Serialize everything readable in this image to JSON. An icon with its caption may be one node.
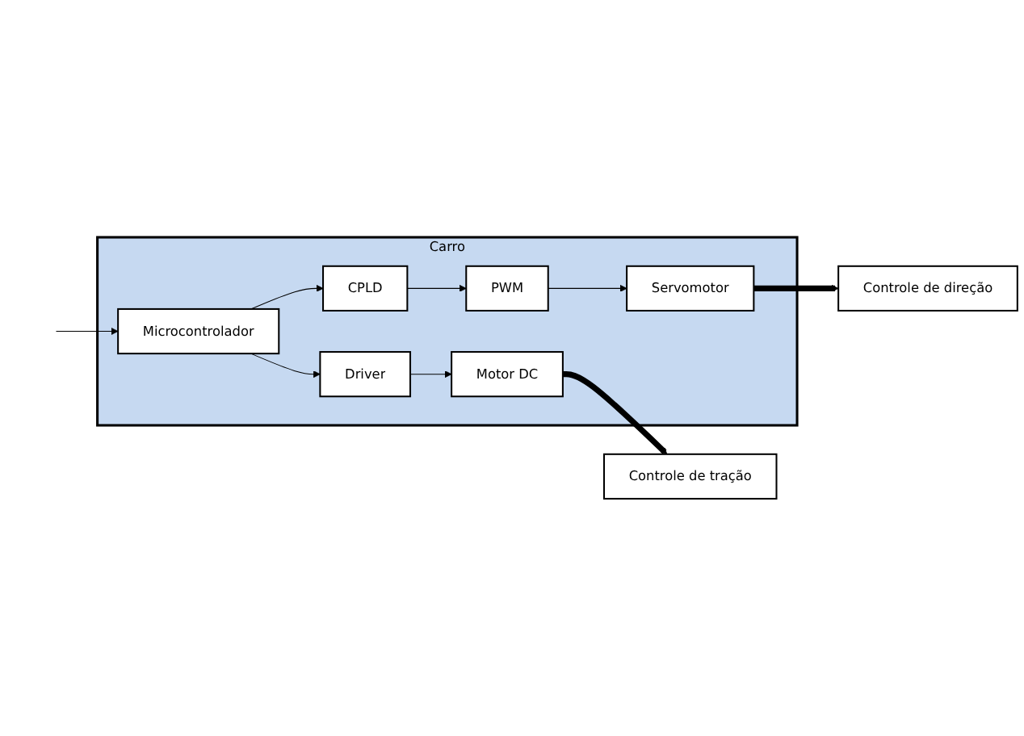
{
  "diagram": {
    "nodes": [
      {
        "text": [
          "Carro"
        ]
      },
      {
        "text": [
          "Driver"
        ],
        "in": 0
      },
      {
        "text": [
          "Motor DC"
        ],
        "in": 0
      },
      {
        "text": [
          "PWM"
        ],
        "in": 0
      },
      {
        "text": [
          "Servomotor"
        ],
        "in": 0
      },
      {
        "text": [
          "CPLD"
        ],
        "in": 0
      },
      {
        "text": [
          "Microcontrolador"
        ],
        "in": 0
      },
      {
        "text": [
          "Controle de tração"
        ]
      },
      {
        "text": [
          "Controle de direção"
        ]
      }
    ],
    "edges": [
      {
        "from": 1,
        "to": 2,
        "arrow": "to"
      },
      {
        "from": 3,
        "to": 4,
        "arrow": "to"
      },
      {
        "from": 2,
        "to": 7,
        "arrow": "to",
        "style": "thick"
      },
      {
        "from": 4,
        "to": 8,
        "arrow": "to",
        "style": "thick"
      },
      {
        "from": 5,
        "to": 3,
        "arrow": "to"
      },
      {
        "from": 6,
        "to": 5,
        "arrow": "to"
      },
      {
        "from": null,
        "to": 6,
        "arrow": "to"
      },
      {
        "from": 6,
        "to": 1,
        "arrow": "to"
      }
    ]
  }
}
